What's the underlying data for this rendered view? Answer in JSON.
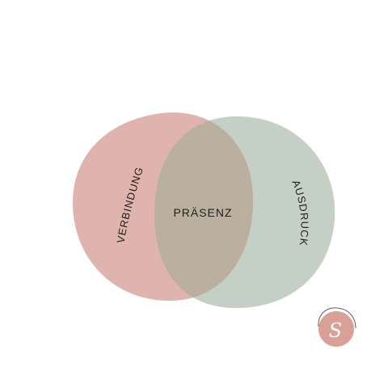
{
  "diagram": {
    "type": "venn",
    "left_circle_label": "VERBINDUNG",
    "right_circle_label": "AUSDRUCK",
    "intersection_label": "PRÄSENZ"
  },
  "colors": {
    "left_fill": "#e0b4ae",
    "right_fill": "#c4cfc5",
    "overlap_fill": "#bbb09f",
    "logo_fill": "#d9a098",
    "text": "#1f1f1f"
  },
  "logo": {
    "glyph": "S"
  }
}
